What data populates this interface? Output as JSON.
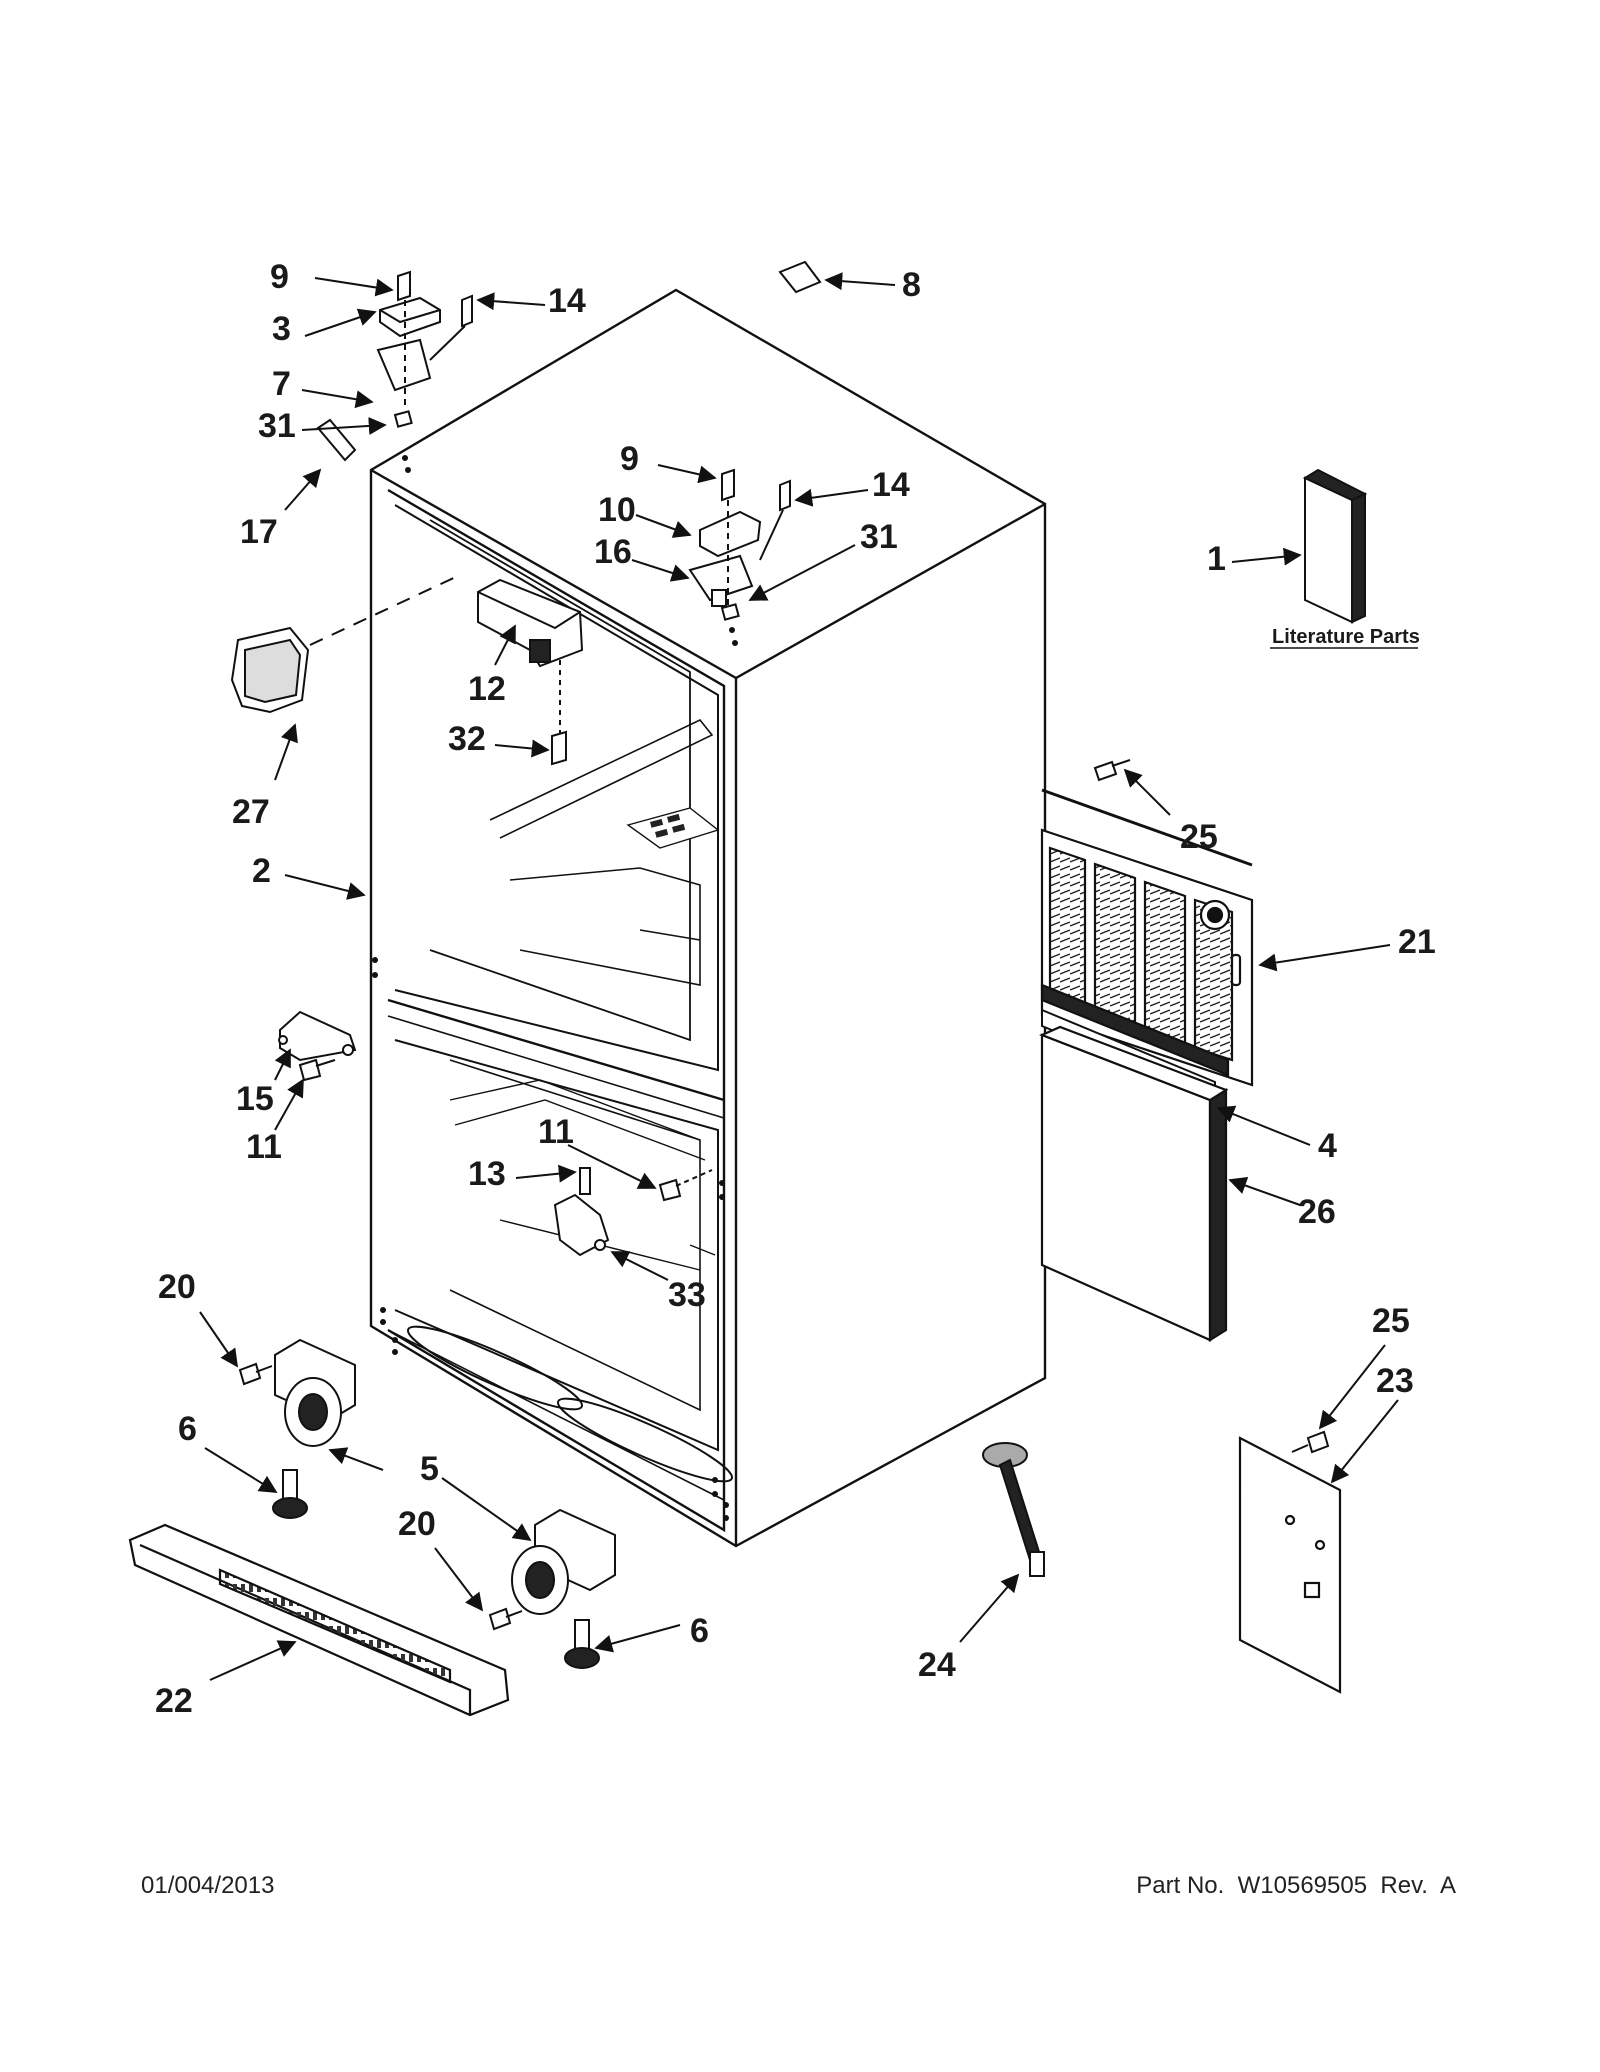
{
  "callouts": [
    {
      "id": "c9a",
      "text": "9"
    },
    {
      "id": "c14a",
      "text": "14"
    },
    {
      "id": "c3",
      "text": "3"
    },
    {
      "id": "c7",
      "text": "7"
    },
    {
      "id": "c31a",
      "text": "31"
    },
    {
      "id": "c17",
      "text": "17"
    },
    {
      "id": "c8",
      "text": "8"
    },
    {
      "id": "c9b",
      "text": "9"
    },
    {
      "id": "c14b",
      "text": "14"
    },
    {
      "id": "c10",
      "text": "10"
    },
    {
      "id": "c16",
      "text": "16"
    },
    {
      "id": "c31b",
      "text": "31"
    },
    {
      "id": "c1",
      "text": "1"
    },
    {
      "id": "c12",
      "text": "12"
    },
    {
      "id": "c32",
      "text": "32"
    },
    {
      "id": "c27",
      "text": "27"
    },
    {
      "id": "c2",
      "text": "2"
    },
    {
      "id": "c25a",
      "text": "25"
    },
    {
      "id": "c21",
      "text": "21"
    },
    {
      "id": "c15",
      "text": "15"
    },
    {
      "id": "c11a",
      "text": "11"
    },
    {
      "id": "c11b",
      "text": "11"
    },
    {
      "id": "c13",
      "text": "13"
    },
    {
      "id": "c4",
      "text": "4"
    },
    {
      "id": "c26",
      "text": "26"
    },
    {
      "id": "c33",
      "text": "33"
    },
    {
      "id": "c20a",
      "text": "20"
    },
    {
      "id": "c25b",
      "text": "25"
    },
    {
      "id": "c23",
      "text": "23"
    },
    {
      "id": "c6a",
      "text": "6"
    },
    {
      "id": "c5",
      "text": "5"
    },
    {
      "id": "c20b",
      "text": "20"
    },
    {
      "id": "c6b",
      "text": "6"
    },
    {
      "id": "c24",
      "text": "24"
    },
    {
      "id": "c22",
      "text": "22"
    }
  ],
  "literature_label": "Literature Parts",
  "footer": {
    "date": "01/004/2013",
    "part_no": "Part No.  W10569505  Rev.  A"
  }
}
